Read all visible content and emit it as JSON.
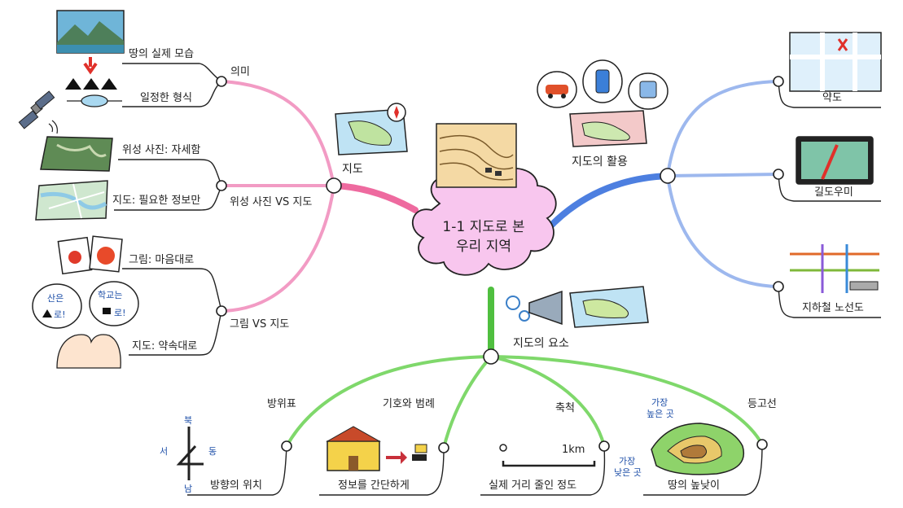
{
  "center": {
    "line1": "1-1 지도로 본",
    "line2": "우리 지역"
  },
  "left": {
    "main": "지도",
    "groups": [
      {
        "title": "의미",
        "items": [
          "땅의 실제 모습",
          "일정한 형식"
        ]
      },
      {
        "title": "위성 사진 VS 지도",
        "items": [
          "위성 사진: 자세함",
          "지도: 필요한 정보만"
        ]
      },
      {
        "title": "그림 VS 지도",
        "items": [
          "그림: 마음대로",
          "지도: 약속대로"
        ]
      }
    ],
    "bubbles": {
      "left_line1": "산은",
      "left_line2": "로!",
      "right_line1": "학교는",
      "right_line2": "로!"
    }
  },
  "right": {
    "main": "지도의 활용",
    "items": [
      "약도",
      "길도우미",
      "지하철 노선도"
    ]
  },
  "bottom": {
    "main": "지도의 요소",
    "items": [
      {
        "title": "방위표",
        "desc": "방향의 위치"
      },
      {
        "title": "기호와 범례",
        "desc": "정보를 간단하게"
      },
      {
        "title": "축척",
        "desc": "실제 거리 줄인 정도"
      },
      {
        "title": "등고선",
        "desc": "땅의 높낮이"
      }
    ],
    "compass": {
      "n": "북",
      "s": "남",
      "e": "동",
      "w": "서"
    },
    "scale_label": "1km",
    "contour": {
      "high_1": "가장",
      "high_2": "높은 곳",
      "low_1": "가장",
      "low_2": "낮은 곳"
    }
  },
  "colors": {
    "pink": "#f29bc4",
    "pink_dark": "#ee6a9f",
    "blue": "#9db8ee",
    "blue_dark": "#4d7fe0",
    "green": "#7fd86b",
    "green_dark": "#4fbf3f",
    "cloud": "#f8c6ee"
  }
}
